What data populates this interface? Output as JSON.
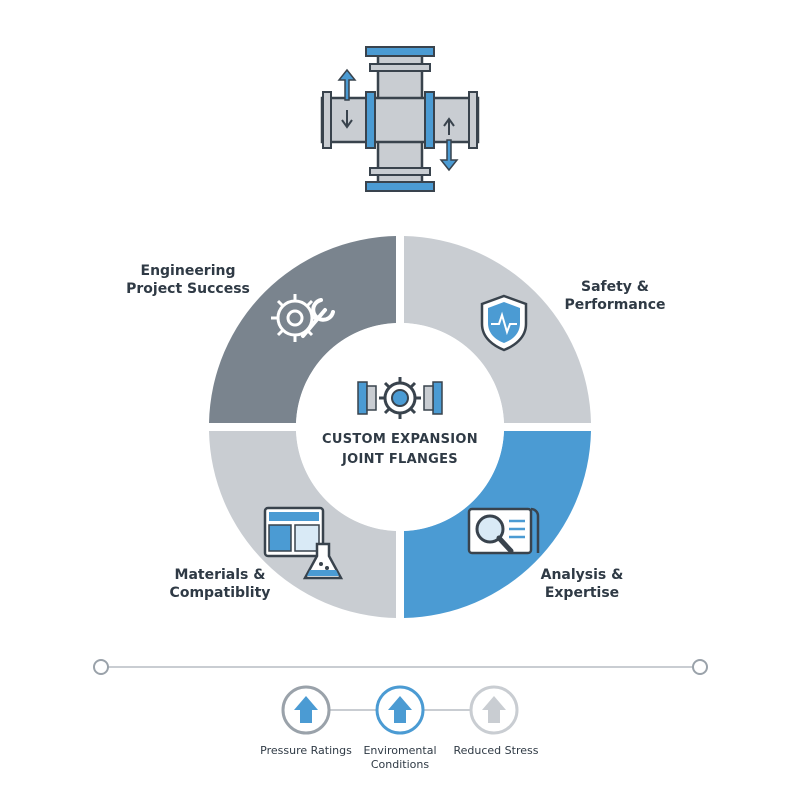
{
  "hub": {
    "title_line1": "CUSTOM EXPANSION",
    "title_line2": "JOINT FLANGES",
    "icon": "flange-gear-icon"
  },
  "segments": [
    {
      "id": "engineering",
      "line1": "Engineering",
      "line2": "Project Success",
      "icon": "gear-wrench-icon",
      "color": "#7a848e"
    },
    {
      "id": "safety",
      "line1": "Safety &",
      "line2": "Performance",
      "icon": "shield-pulse-icon",
      "color": "#c9cdd2"
    },
    {
      "id": "analysis",
      "line1": "Analysis &",
      "line2": "Expertise",
      "icon": "magnifier-blueprint-icon",
      "color": "#4b9bd3"
    },
    {
      "id": "materials",
      "line1": "Materials &",
      "line2": "Compatiblity",
      "icon": "materials-flask-icon",
      "color": "#c9cdd2"
    }
  ],
  "factors": [
    {
      "line1": "Pressure Ratings",
      "line2": "",
      "icon": "arrow-up-icon",
      "color": "#4b9bd3",
      "ring": "#9aa2aa"
    },
    {
      "line1": "Enviromental",
      "line2": "Conditions",
      "icon": "arrow-up-icon",
      "color": "#4b9bd3",
      "ring": "#4b9bd3"
    },
    {
      "line1": "Reduced Stress",
      "line2": "",
      "icon": "arrow-up-icon",
      "color": "#c9cdd2",
      "ring": "#c9cdd2"
    }
  ],
  "colors": {
    "accent": "#4b9bd3",
    "dark_gray": "#7a848e",
    "light_gray": "#c9cdd2",
    "outline": "#39434d"
  }
}
